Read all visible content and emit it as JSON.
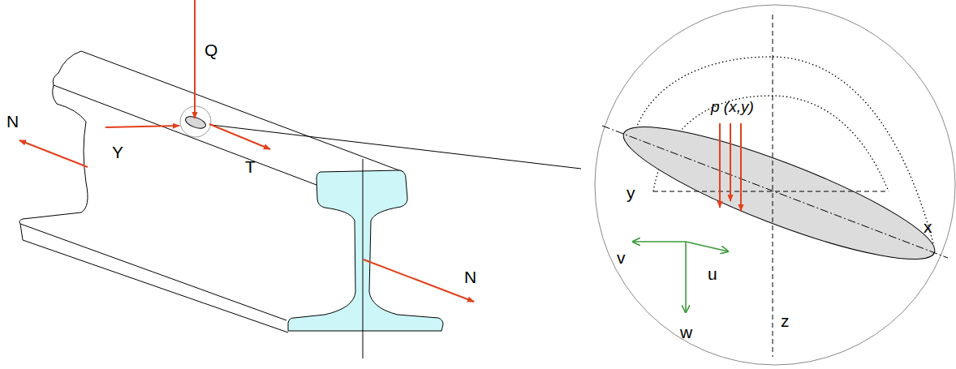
{
  "diagram": {
    "labels": [
      "Q",
      "N",
      "Y",
      "T",
      "N",
      "p (x,y)",
      "y",
      "x",
      "z",
      "v",
      "u",
      "w"
    ]
  }
}
